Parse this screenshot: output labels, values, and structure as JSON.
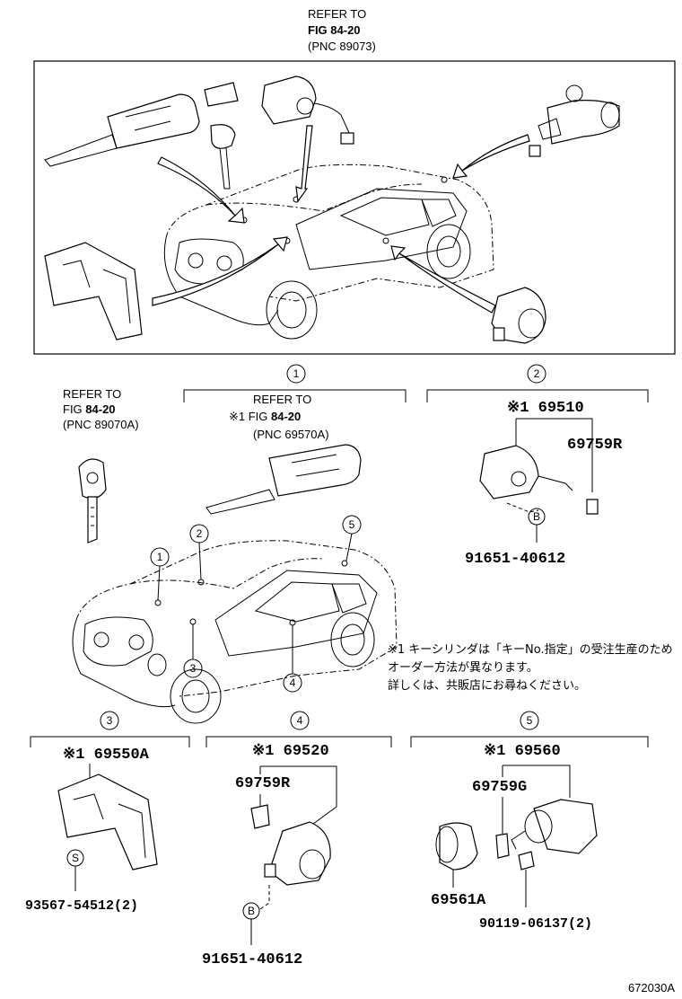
{
  "top_ref": {
    "line1": "REFER TO",
    "line2": "FIG 84-20",
    "line3": "(PNC 89073)"
  },
  "key_ref": {
    "line1": "REFER TO",
    "line2": "FIG 84-20",
    "line3": "(PNC 89070A)"
  },
  "group1": {
    "number": "1",
    "ref_line1": "REFER TO",
    "ref_line2": "※1 FIG 84-20",
    "ref_line3": "(PNC 69570A)"
  },
  "group2": {
    "number": "2",
    "part_main": "※1 69510",
    "part_a": "69759R",
    "circle_b": "B",
    "part_b": "91651-40612"
  },
  "group3": {
    "number": "3",
    "part_main": "※1 69550A",
    "circle_s": "S",
    "part_s": "93567-54512(2)"
  },
  "group4": {
    "number": "4",
    "part_main": "※1 69520",
    "part_a": "69759R",
    "circle_b": "B",
    "part_b": "91651-40612"
  },
  "group5": {
    "number": "5",
    "part_main": "※1 69560",
    "part_a": "69759G",
    "part_b": "69561A",
    "part_c": "90119-06137(2)"
  },
  "car_labels": [
    "1",
    "2",
    "3",
    "4",
    "5"
  ],
  "note": {
    "line1": "※1 キーシリンダは「キーNo.指定」の受注生産のため",
    "line2": "オーダー方法が異なります。",
    "line3": "詳しくは、共販店にお尋ねください。"
  },
  "figure_code": "672030A"
}
